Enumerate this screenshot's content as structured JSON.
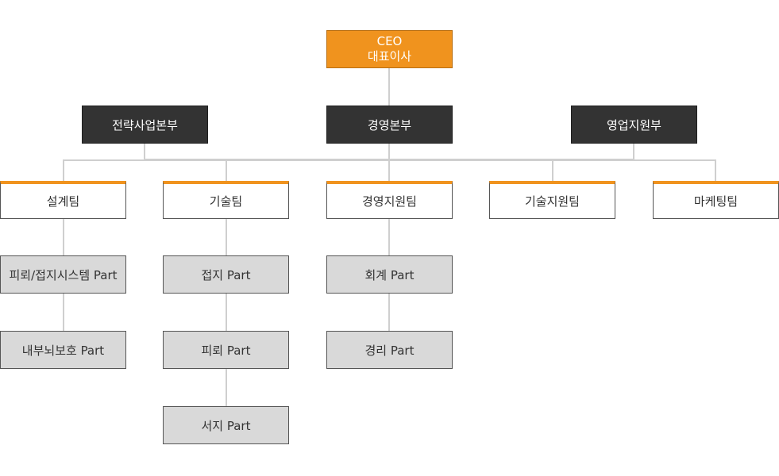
{
  "ceo": {
    "line1": "CEO",
    "line2": "대표이사"
  },
  "divisions": [
    {
      "label": "전략사업본부"
    },
    {
      "label": "경영본부"
    },
    {
      "label": "영업지원부"
    }
  ],
  "teams": [
    {
      "label": "설계팀"
    },
    {
      "label": "기술팀"
    },
    {
      "label": "경영지원팀"
    },
    {
      "label": "기술지원팀"
    },
    {
      "label": "마케팅팀"
    }
  ],
  "parts": [
    {
      "label": "피뢰/접지시스템 Part"
    },
    {
      "label": "내부뇌보호 Part"
    },
    {
      "label": "접지 Part"
    },
    {
      "label": "피뢰 Part"
    },
    {
      "label": "서지 Part"
    },
    {
      "label": "회계 Part"
    },
    {
      "label": "경리 Part"
    }
  ],
  "colors": {
    "ceo_fill": "#f0931e",
    "division_fill": "#333333",
    "team_accent": "#f0931e",
    "part_fill": "#d9d9d9",
    "connector": "#cfcfcf"
  }
}
